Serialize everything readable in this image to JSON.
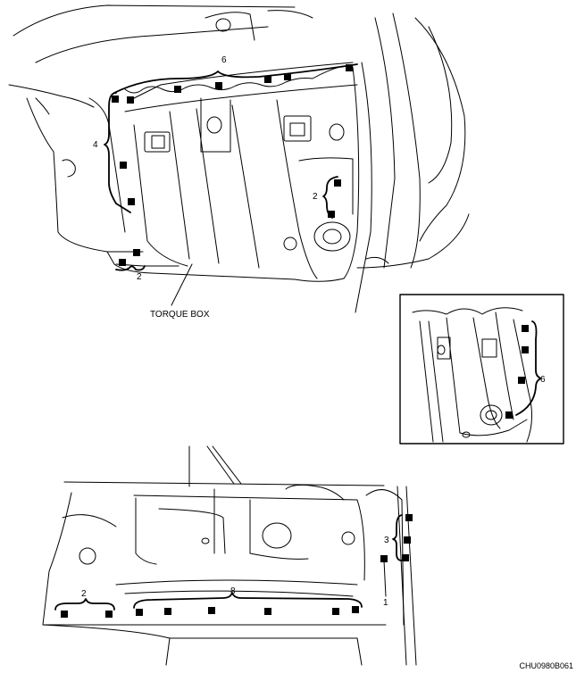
{
  "figure_code": "CHU0980B061",
  "labels": {
    "torque_box": "TORQUE BOX"
  },
  "callouts": {
    "top_count_6": "6",
    "top_count_4": "4",
    "top_count_2_lower": "2",
    "top_count_2_mid": "2",
    "inset_count_6": "6",
    "bottom_count_3": "3",
    "bottom_count_2": "2",
    "bottom_count_8": "8",
    "bottom_count_1": "1"
  }
}
